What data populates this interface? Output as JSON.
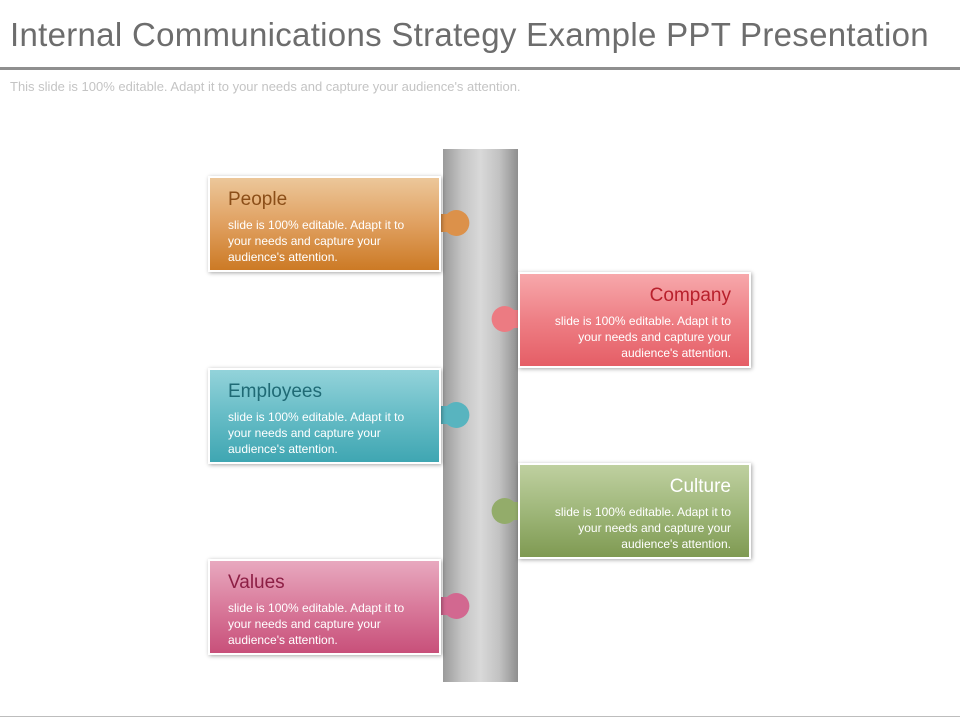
{
  "title": "Internal Communications Strategy Example PPT Presentation",
  "subtitle": "This slide is 100% editable. Adapt it to your needs and capture your audience's attention.",
  "items": [
    {
      "heading": "People",
      "text": "slide is 100% editable. Adapt it to your needs and capture your audience's attention.",
      "side": "left",
      "color": "#d8893b"
    },
    {
      "heading": "Company",
      "text": "slide is 100% editable. Adapt it to your needs and capture your audience's attention.",
      "side": "right",
      "color": "#ee7a80"
    },
    {
      "heading": "Employees",
      "text": "slide is 100% editable. Adapt it to your needs and capture your audience's attention.",
      "side": "left",
      "color": "#52b3be"
    },
    {
      "heading": "Culture",
      "text": "slide is 100% editable. Adapt it to your needs and capture your audience's attention.",
      "side": "right",
      "color": "#95ad6d"
    },
    {
      "heading": "Values",
      "text": "slide is 100% editable. Adapt it to your needs and capture your audience's attention.",
      "side": "left",
      "color": "#d56a90"
    }
  ]
}
